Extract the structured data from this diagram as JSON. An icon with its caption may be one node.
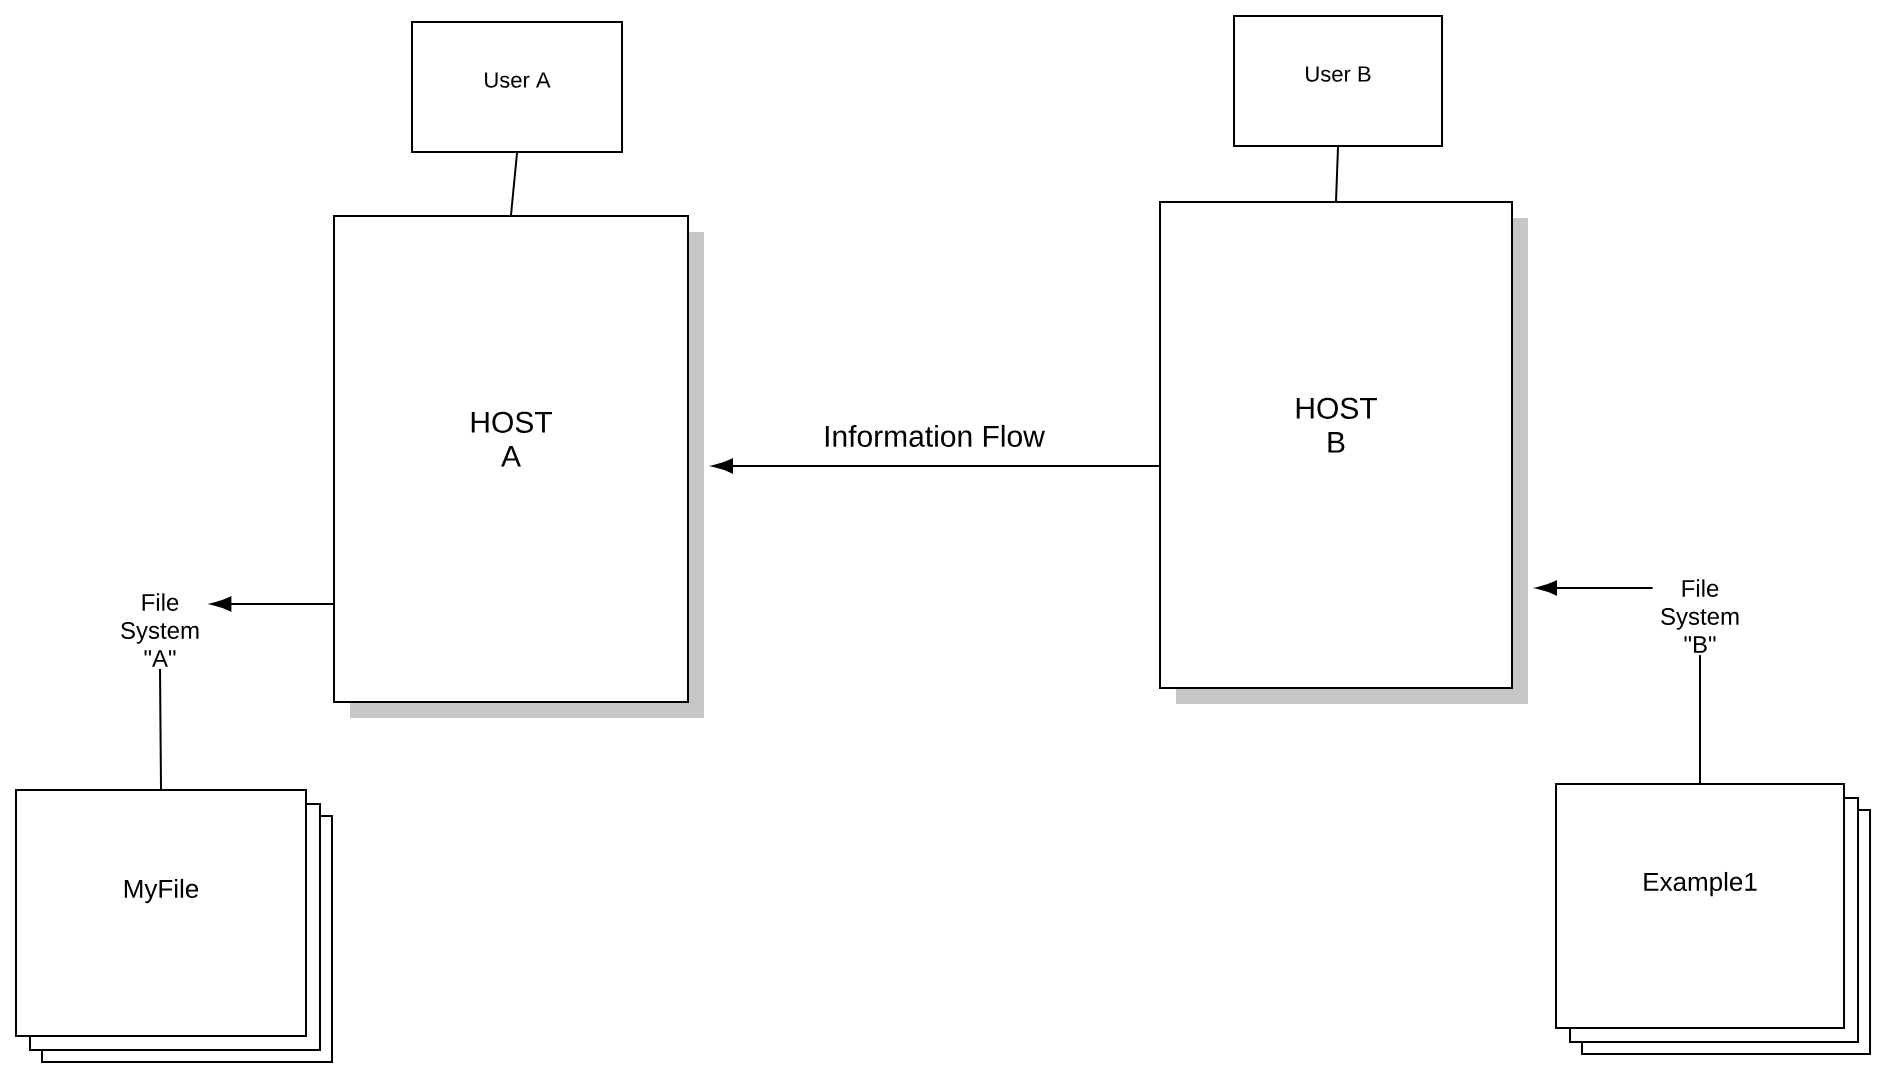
{
  "diagram": {
    "nodes": [
      {
        "text": [
          "User A"
        ]
      },
      {
        "text": [
          "HOST A"
        ]
      },
      {
        "text": [
          "File System \"A\""
        ]
      },
      {
        "text": [
          "MyFile"
        ]
      },
      {
        "text": [
          "User B"
        ]
      },
      {
        "text": [
          "HOST B"
        ]
      },
      {
        "text": [
          "File System \"B\""
        ]
      },
      {
        "text": [
          "Example1"
        ]
      }
    ],
    "edges": [
      {
        "from": 0,
        "to": 1,
        "arrow": "none"
      },
      {
        "from": 5,
        "to": 1,
        "arrow": "to",
        "label": "Information Flow"
      },
      {
        "from": 1,
        "to": 2,
        "arrow": "to"
      },
      {
        "from": 2,
        "to": 3,
        "arrow": "none"
      },
      {
        "from": 4,
        "to": 5,
        "arrow": "none"
      },
      {
        "from": 6,
        "to": 5,
        "arrow": "to"
      },
      {
        "from": 6,
        "to": 7,
        "arrow": "none"
      }
    ]
  }
}
